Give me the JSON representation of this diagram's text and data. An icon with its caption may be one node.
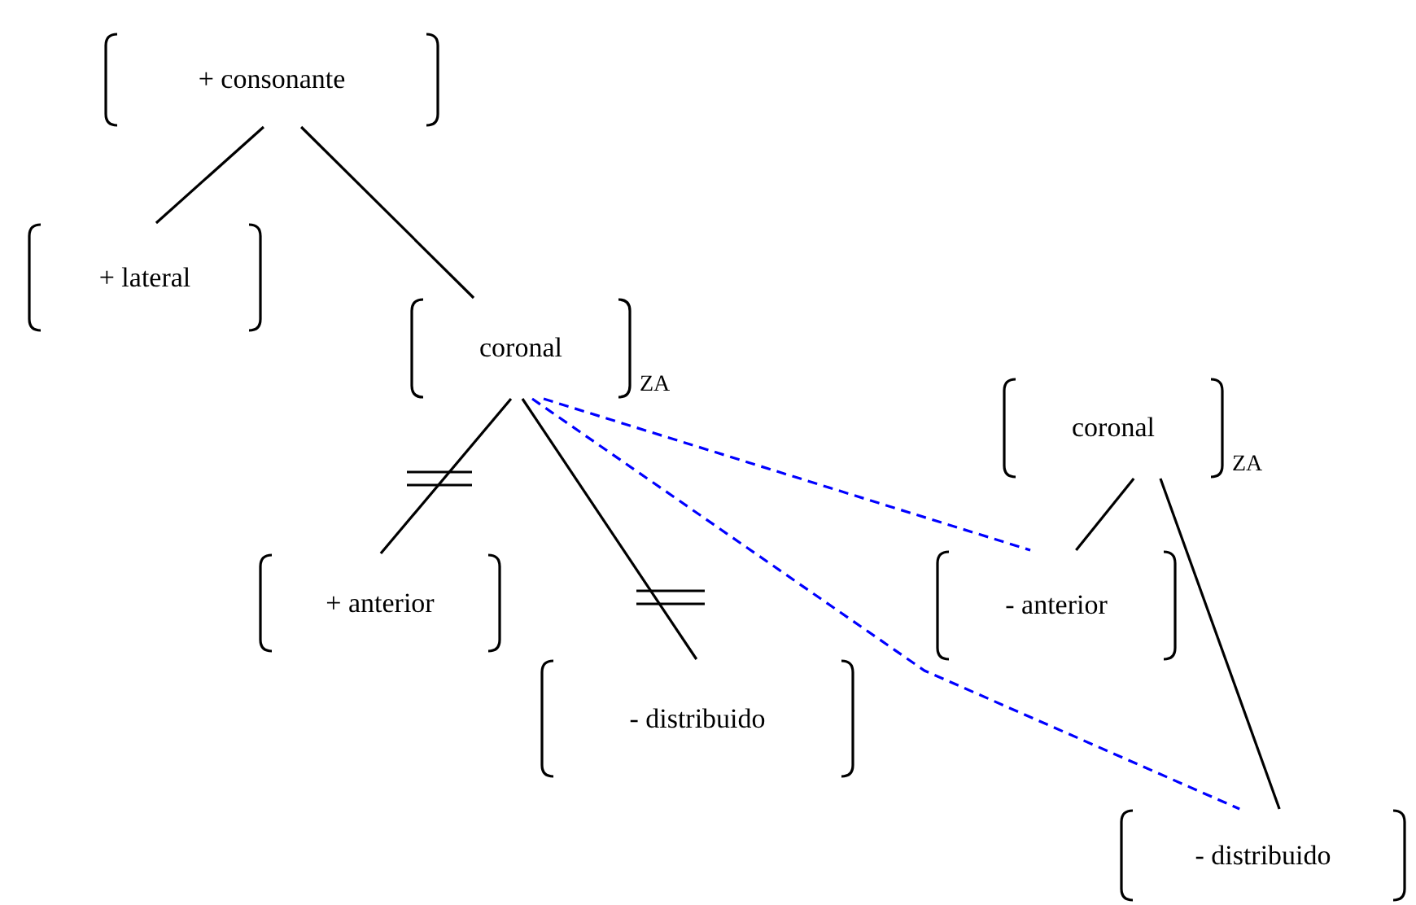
{
  "diagram": {
    "nodes": [
      {
        "text": [
          "+ consonante"
        ]
      },
      {
        "text": [
          "+ lateral"
        ]
      },
      {
        "text": [
          "coronal"
        ],
        "beside": [
          "ZA"
        ]
      },
      {
        "text": [
          "+ anterior"
        ]
      },
      {
        "text": [
          "- distribuido"
        ]
      },
      {
        "text": [
          "coronal"
        ],
        "beside": [
          "ZA"
        ]
      },
      {
        "text": [
          "- anterior"
        ]
      },
      {
        "text": [
          "- distribuido"
        ]
      }
    ],
    "edges": [
      {
        "from": 0,
        "to": 1,
        "arrow": "none"
      },
      {
        "from": 0,
        "to": 2,
        "arrow": "none"
      },
      {
        "from": 2,
        "to": 3,
        "arrow": "none"
      },
      {
        "from": 2,
        "to": 4,
        "arrow": "none"
      },
      {
        "from": 2,
        "to": 6,
        "arrow": "none",
        "style": "dashed",
        "color": "#0000ff"
      },
      {
        "from": 2,
        "to": 7,
        "arrow": "none",
        "style": "dashed",
        "color": "#0000ff"
      },
      {
        "from": 5,
        "to": 6,
        "arrow": "none"
      },
      {
        "from": 5,
        "to": 7,
        "arrow": "none"
      }
    ]
  }
}
